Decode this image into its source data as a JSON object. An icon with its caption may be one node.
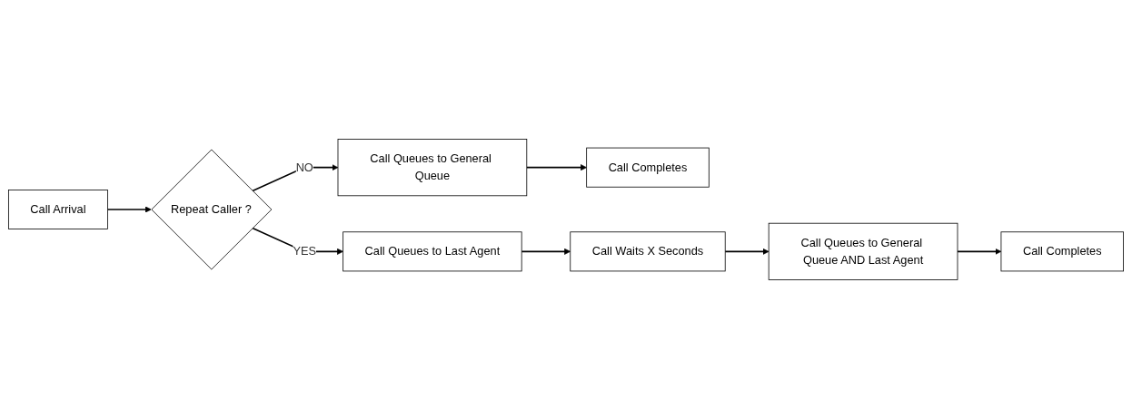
{
  "diagram": {
    "nodes": [
      {
        "text": [
          "Call Arrival"
        ]
      },
      {
        "text": [
          "Repeat Caller ?"
        ]
      },
      {
        "text": [
          "Call Queues to General Queue"
        ]
      },
      {
        "text": [
          "Call Completes"
        ]
      },
      {
        "text": [
          "Call Queues to Last Agent"
        ]
      },
      {
        "text": [
          "Call Waits X Seconds"
        ]
      },
      {
        "text": [
          "Call Queues to General Queue AND Last Agent"
        ]
      },
      {
        "text": [
          "Call Completes"
        ]
      }
    ],
    "edges": [
      {
        "from": 0,
        "to": 1,
        "arrow": "to"
      },
      {
        "from": 1,
        "to": 2,
        "arrow": "to",
        "label": "NO"
      },
      {
        "from": 2,
        "to": 3,
        "arrow": "to"
      },
      {
        "from": 1,
        "to": 4,
        "arrow": "to",
        "label": "YES"
      },
      {
        "from": 4,
        "to": 5,
        "arrow": "to"
      },
      {
        "from": 5,
        "to": 6,
        "arrow": "to"
      },
      {
        "from": 6,
        "to": 7,
        "arrow": "to"
      }
    ]
  }
}
